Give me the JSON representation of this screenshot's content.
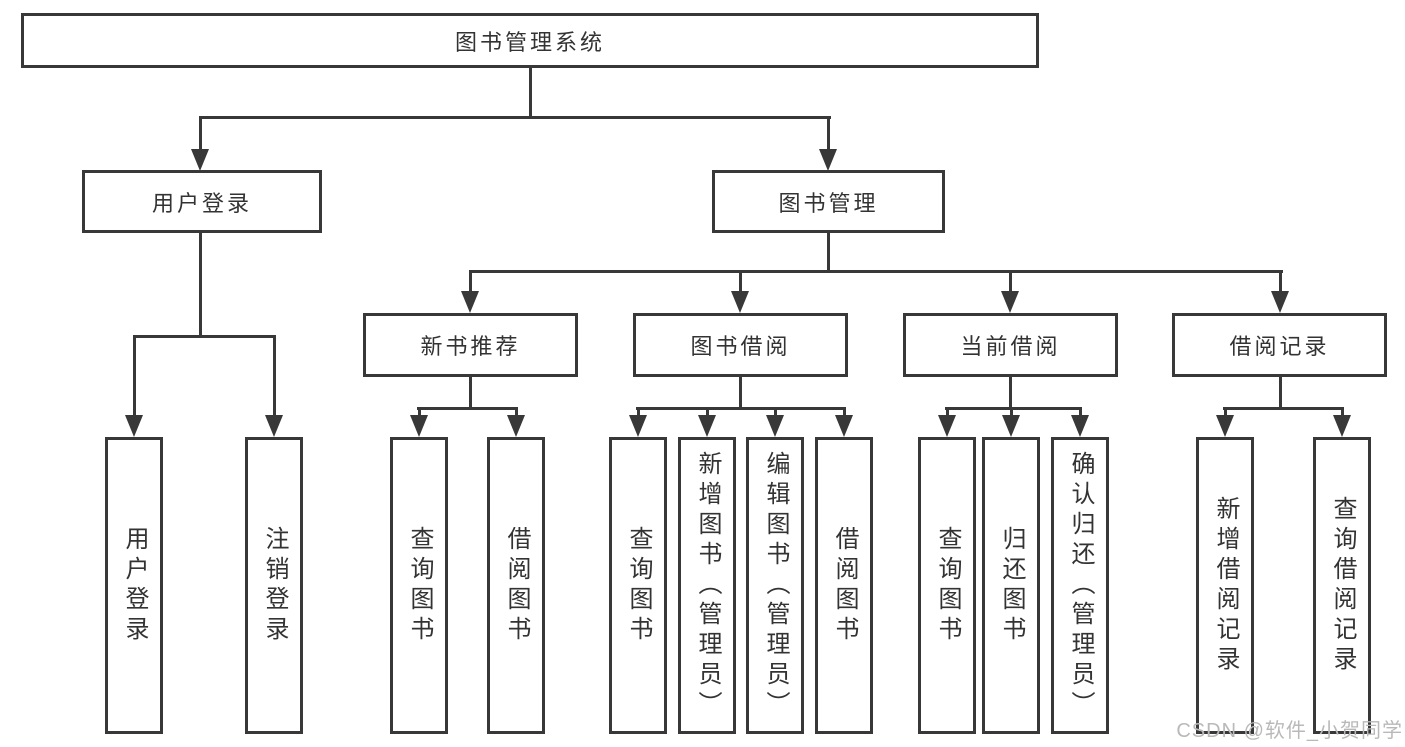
{
  "tree": {
    "label": "图书管理系统",
    "children": [
      {
        "label": "用户登录",
        "children": [
          {
            "label": "用户登录"
          },
          {
            "label": "注销登录"
          }
        ]
      },
      {
        "label": "图书管理",
        "children": [
          {
            "label": "新书推荐",
            "children": [
              {
                "label": "查询图书"
              },
              {
                "label": "借阅图书"
              }
            ]
          },
          {
            "label": "图书借阅",
            "children": [
              {
                "label": "查询图书"
              },
              {
                "label": "新增图书（管理员）"
              },
              {
                "label": "编辑图书（管理员）"
              },
              {
                "label": "借阅图书"
              }
            ]
          },
          {
            "label": "当前借阅",
            "children": [
              {
                "label": "查询图书"
              },
              {
                "label": "归还图书"
              },
              {
                "label": "确认归还（管理员）"
              }
            ]
          },
          {
            "label": "借阅记录",
            "children": [
              {
                "label": "新增借阅记录"
              },
              {
                "label": "查询借阅记录"
              }
            ]
          }
        ]
      }
    ]
  },
  "watermark": {
    "text": "CSDN @软件_小贺同学"
  },
  "colors": {
    "line": "#383838",
    "box_border": "#383838",
    "box_background": "#ffffff",
    "text": "#333333",
    "watermark": "#b9b9b9",
    "background": "#ffffff"
  }
}
